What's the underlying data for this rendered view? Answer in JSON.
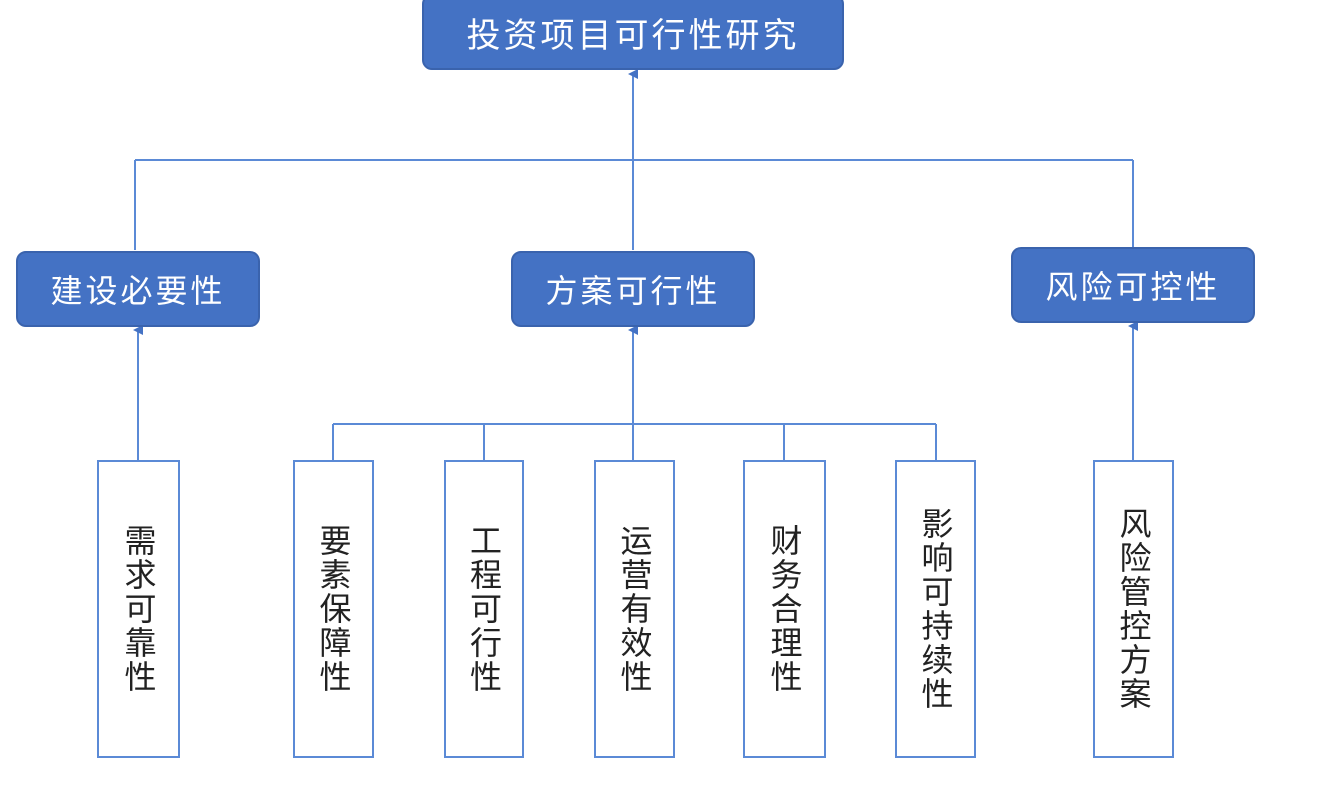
{
  "colors": {
    "accent": "#4472c4",
    "line": "#5b8ad6"
  },
  "root": {
    "label": "投资项目可行性研究"
  },
  "categories": [
    {
      "label": "建设必要性"
    },
    {
      "label": "方案可行性"
    },
    {
      "label": "风险可控性"
    }
  ],
  "leaves": [
    {
      "label": "需求可靠性",
      "parent": 0
    },
    {
      "label": "要素保障性",
      "parent": 1
    },
    {
      "label": "工程可行性",
      "parent": 1
    },
    {
      "label": "运营有效性",
      "parent": 1
    },
    {
      "label": "财务合理性",
      "parent": 1
    },
    {
      "label": "影响可持续性",
      "parent": 1
    },
    {
      "label": "风险管控方案",
      "parent": 2
    }
  ]
}
